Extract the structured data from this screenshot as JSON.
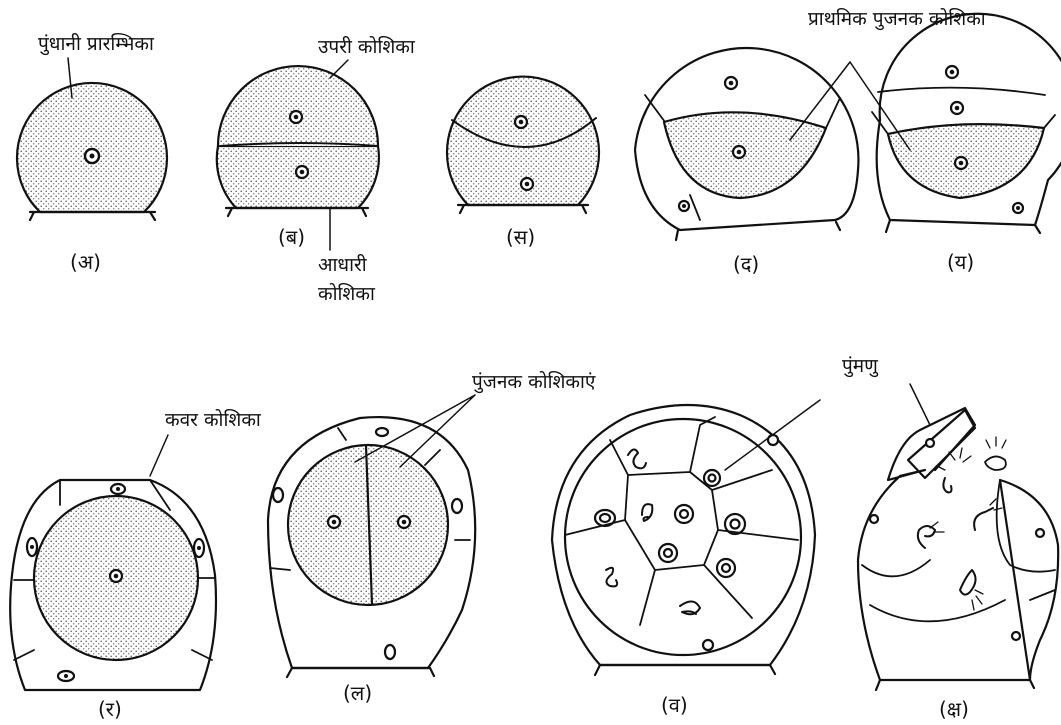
{
  "labels": {
    "antheridial_initial": "पुंधानी प्रारम्भिका",
    "outer_cell": "उपरी कोशिका",
    "basal_cell_line1": "आधारी",
    "basal_cell_line2": "कोशिका",
    "primary_androgonial_cell": "प्राथमिक पुजनक कोशिका",
    "cover_cell": "कवर कोशिका",
    "androgonial_cells": "पुंजनक कोशिकाएं",
    "antherozoid": "पुंमणु"
  },
  "captions": {
    "a": "(अ)",
    "b": "(ब)",
    "c": "(स)",
    "d": "(द)",
    "e": "(य)",
    "f": "(र)",
    "g": "(ल)",
    "h": "(व)",
    "i": "(क्ष)"
  },
  "colors": {
    "ink": "#111111",
    "stipple": "#555555",
    "background": "#ffffff"
  }
}
